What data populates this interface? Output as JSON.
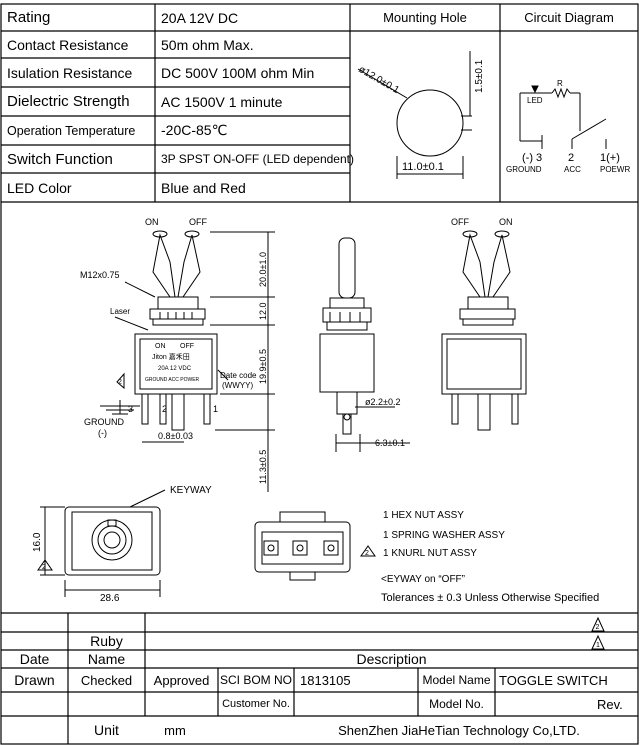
{
  "specs": [
    {
      "label": "Rating",
      "value": "20A 12V DC"
    },
    {
      "label": "Contact Resistance",
      "value": "50m ohm Max."
    },
    {
      "label": "Isulation Resistance",
      "value": "DC 500V 100M ohm Min"
    },
    {
      "label": "Dielectric Strength",
      "value": "AC 1500V 1 minute"
    },
    {
      "label": "Operation Temperature",
      "value": "-20C-85℃"
    },
    {
      "label": "Switch Function",
      "value": "3P SPST ON-OFF (LED dependent)"
    },
    {
      "label": "LED Color",
      "value": "Blue and Red"
    }
  ],
  "mounting_hole": {
    "title": "Mounting Hole",
    "dia": "ø12.0±0.1",
    "width": "11.0±0.1",
    "flat": "1.5±0.1"
  },
  "circuit": {
    "title": "Circuit Diagram",
    "r": "R",
    "led": "LED",
    "t3": "(-) 3",
    "t3name": "GROUND",
    "t2": "2",
    "t2name": "ACC",
    "t1": "1(+)",
    "t1name": "POEWR"
  },
  "drawing": {
    "on": "ON",
    "off": "OFF",
    "thread": "M12x0.75",
    "laser": "Laser",
    "brand": "Jiton 嘉禾田",
    "rating": "20A 12 VDC",
    "pins_text": "GROUND  ACC  POWER",
    "date_code": "Date code",
    "date_fmt": "(WWYY)",
    "num3": "3",
    "num2": "2",
    "num1": "1",
    "ground": "GROUND",
    "ground_sign": "(-)",
    "pitch": "0.8±0.03",
    "d20": "20.0±1.0",
    "d12": "12.0",
    "d199": "19.9±0.5",
    "d113": "11.3±0.5",
    "d22": "ø2.2±0.2",
    "d63": "6.3±0.1",
    "keyway": "KEYWAY",
    "w286": "28.6",
    "h16": "16.0",
    "rev2": "2"
  },
  "notes": {
    "n1": "1 HEX NUT ASSY",
    "n2": "1 SPRING WASHER ASSY",
    "n3": "1 KNURL NUT ASSY",
    "keyway_note": "<EYWAY on “OFF”",
    "tolerance": "Tolerances ± 0.3 Unless Otherwise Specified"
  },
  "title_block": {
    "ruby": "Ruby",
    "date": "Date",
    "name": "Name",
    "description": "Description",
    "drawn": "Drawn",
    "checked": "Checked",
    "approved": "Approved",
    "sci_bom_no": "SCI BOM NO",
    "bom_value": "1813105",
    "customer_no": "Customer No.",
    "model_name_label": "Model Name",
    "model_name": "TOGGLE SWITCH",
    "model_no": "Model No.",
    "rev": "Rev.",
    "unit": "Unit",
    "unit_value": "mm",
    "company": "ShenZhen JiaHeTian Technology Co,LTD.",
    "rev_marker_top": "2",
    "rev_marker_bottom": "1"
  }
}
